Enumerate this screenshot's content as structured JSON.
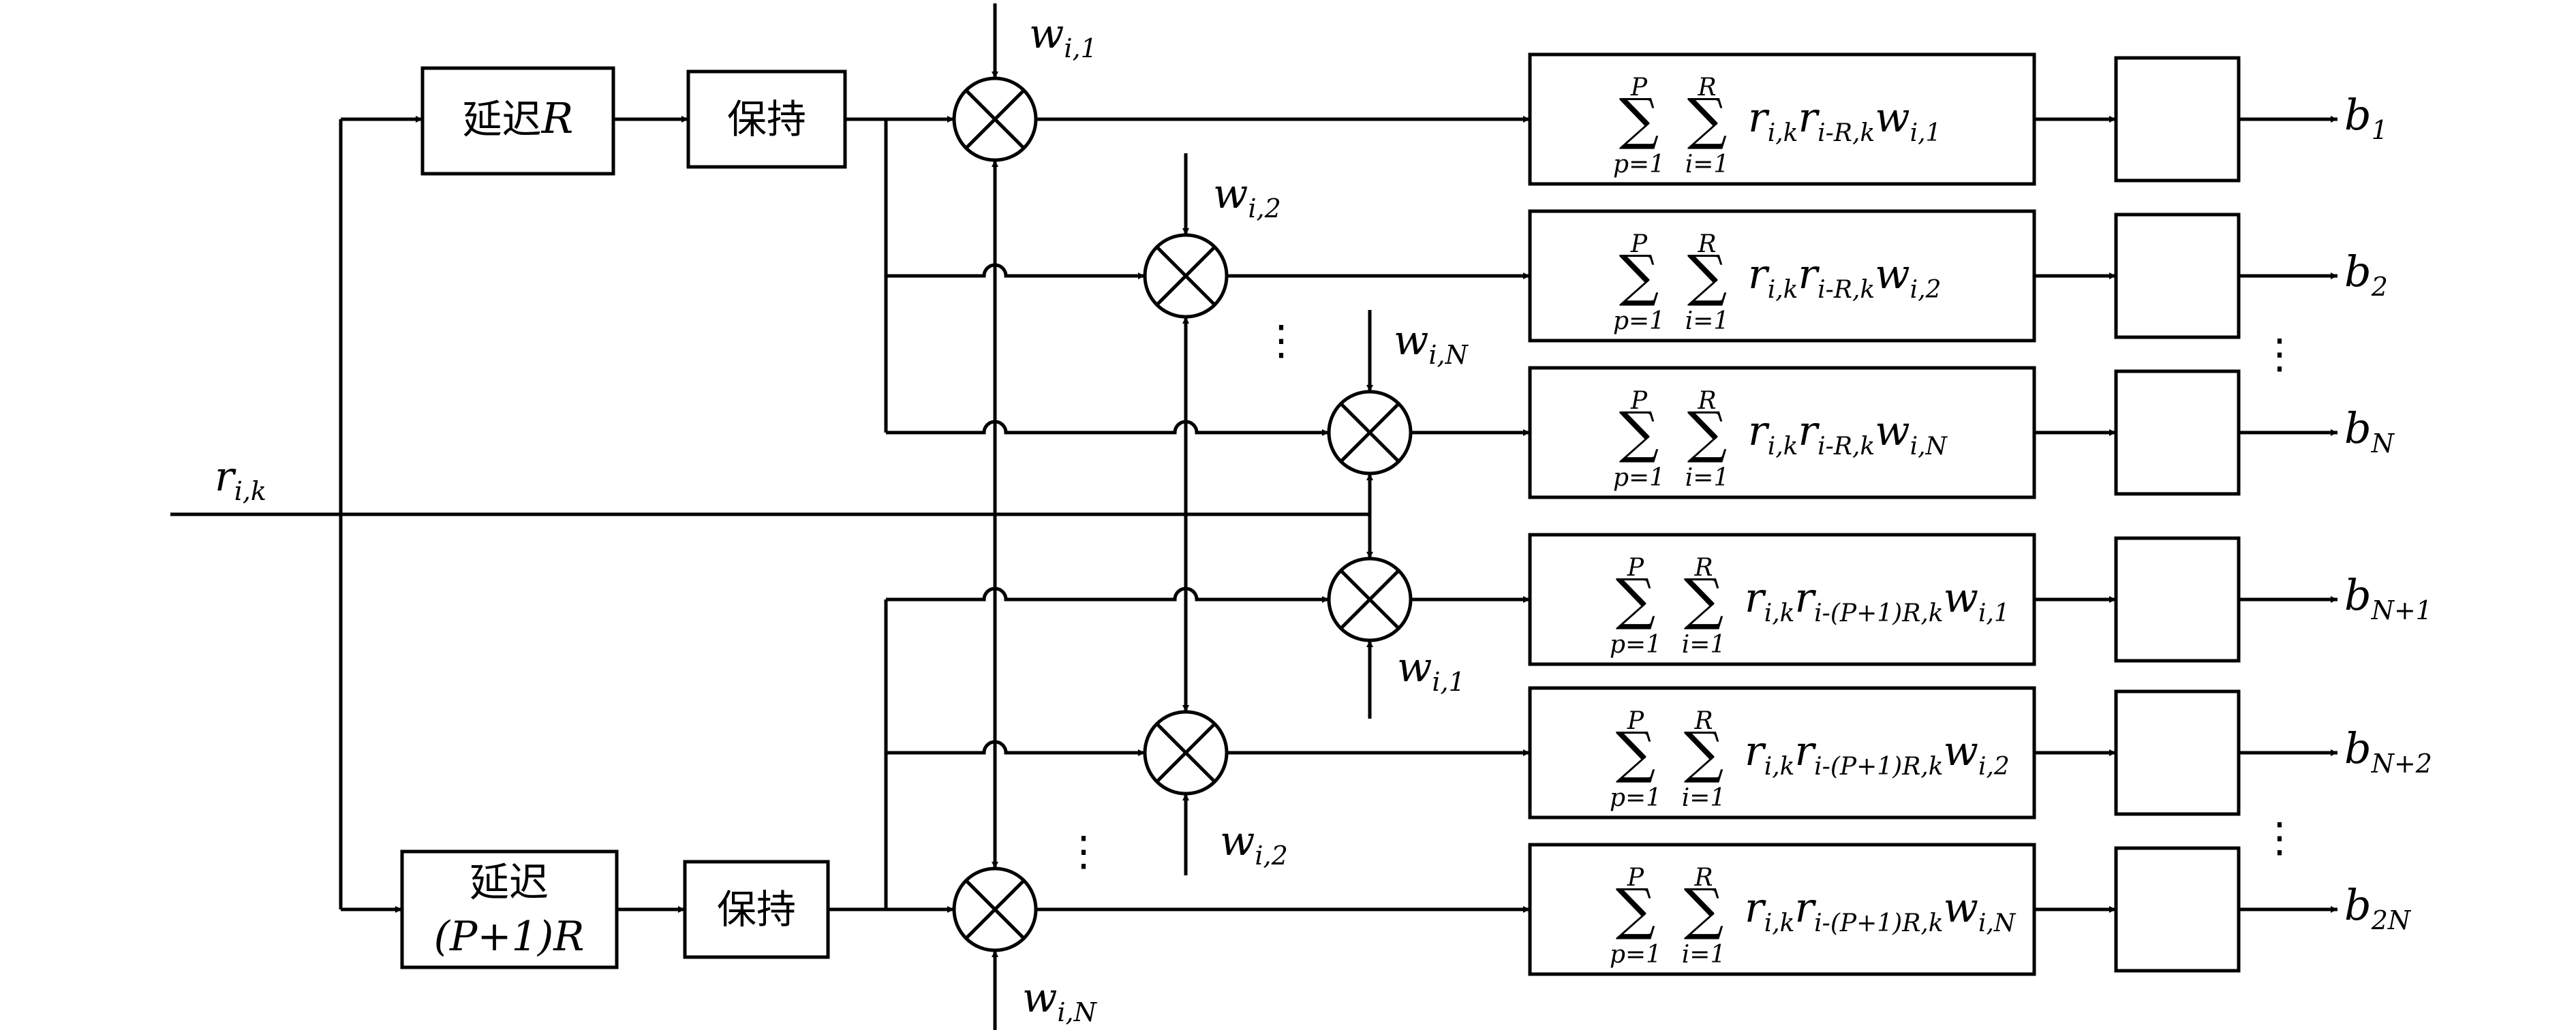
{
  "input_signal": "r_{i,k}",
  "delay_top": {
    "text": "延迟",
    "var": "R"
  },
  "delay_bottom": {
    "line1": "延迟",
    "line2": "(P+1)R"
  },
  "hold_label": "保持",
  "sum_limits": {
    "outer_lower": "p=1",
    "outer_upper": "P",
    "inner_lower": "i=1",
    "inner_upper": "R"
  },
  "weight_symbol": "w",
  "top_product": {
    "prefix": "r",
    "sub1": "i,k",
    "mid": "r",
    "sub2": "i-R,k"
  },
  "bottom_product": {
    "prefix": "r",
    "sub1": "i,k",
    "mid": "r",
    "sub2": "i-(P+1)R,k"
  },
  "multipliers": [
    {
      "w_sub": "i,1"
    },
    {
      "w_sub": "i,2"
    },
    {
      "w_sub": "i,N"
    },
    {
      "w_sub": "i,1"
    },
    {
      "w_sub": "i,2"
    },
    {
      "w_sub": "i,N"
    }
  ],
  "branches": [
    {
      "term_sub": "i,1",
      "out_sym": "b",
      "out_sub": "1"
    },
    {
      "term_sub": "i,2",
      "out_sym": "b",
      "out_sub": "2"
    },
    {
      "term_sub": "i,N",
      "out_sym": "b",
      "out_sub": "N"
    },
    {
      "term_sub": "i,1",
      "out_sym": "b",
      "out_sub": "N+1"
    },
    {
      "term_sub": "i,2",
      "out_sym": "b",
      "out_sub": "N+2"
    },
    {
      "term_sub": "i,N",
      "out_sym": "b",
      "out_sub": "2N"
    }
  ],
  "ellipsis": "⋮"
}
